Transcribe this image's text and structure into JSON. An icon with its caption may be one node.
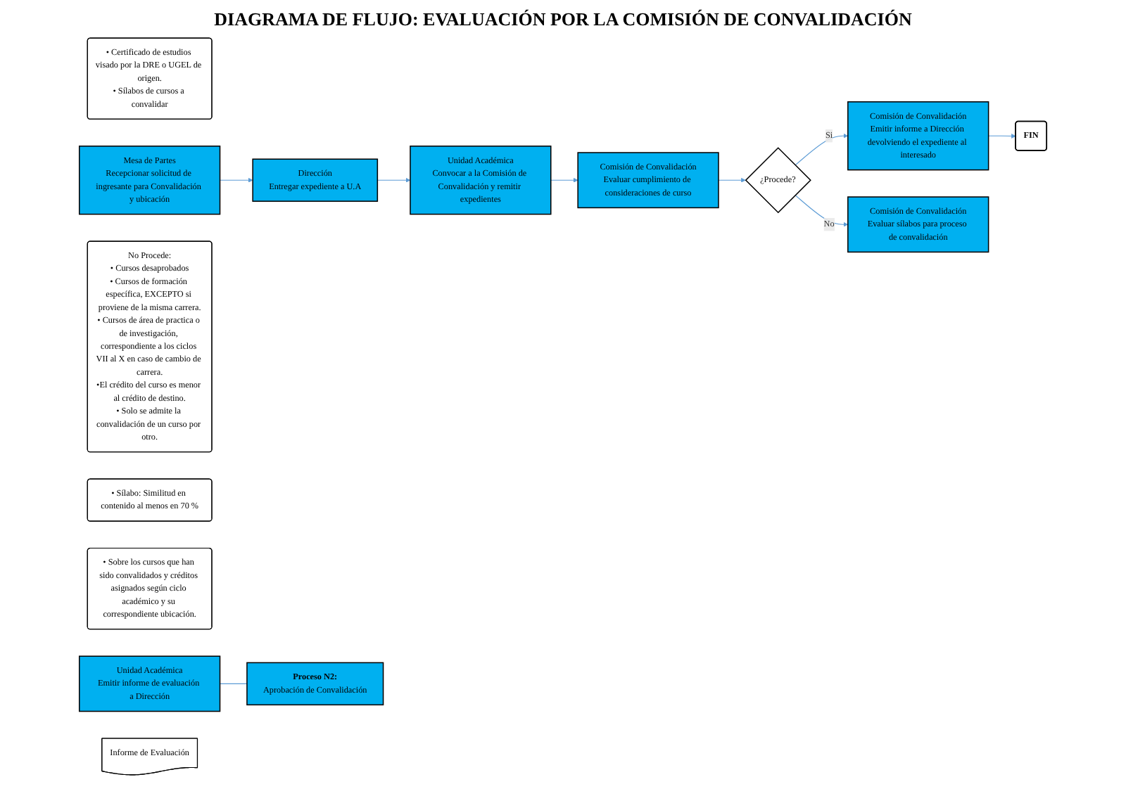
{
  "diagram": {
    "title": "DIAGRAMA  DE FLUJO: EVALUACIÓN POR LA COMISIÓN DE CONVALIDACIÓN",
    "nodes": [
      {
        "text": [
          "• Certificado de estudios visado por la DRE o UGEL de origen.",
          "• Sílabos de cursos a convalidar"
        ]
      },
      {
        "text": [
          "Mesa de Partes",
          "Recepcionar solicitud de ingresante para Convalidación y ubicación"
        ]
      },
      {
        "text": [
          "Dirección",
          "Entregar expediente a U.A"
        ]
      },
      {
        "text": [
          "Unidad Académica",
          "Convocar a la Comisión de Convalidación y remitir expedientes"
        ]
      },
      {
        "text": [
          "No Procede:",
          "• Cursos desaprobados",
          "• Cursos de formación específica, EXCEPTO si proviene de la misma carrera.",
          "• Cursos de área de practica o de investigación, correspondiente a los ciclos VII al X en caso de cambio de carrera.",
          "•El crédito del curso es menor al crédito de destino.",
          "• Solo se admite la convalidación de un curso por otro."
        ]
      },
      {
        "text": [
          "Comisión de Convalidación",
          "Evaluar cumplimiento de consideraciones de curso"
        ]
      },
      {
        "text": [
          "• Sílabo: Similitud en contenido al menos en 70 %"
        ]
      },
      {
        "text": [
          "¿Procede?"
        ]
      },
      {
        "text": [
          "Comisión de Convalidación",
          "Emitir informe a Dirección devolviendo el expediente al interesado"
        ]
      },
      {
        "text": [
          "FIN"
        ]
      },
      {
        "text": [
          "• Sobre los cursos que han sido convalidados y créditos asignados según ciclo académico y su correspondiente ubicación."
        ]
      },
      {
        "text": [
          "Comisión de Convalidación",
          "Evaluar sílabos para proceso de convalidación"
        ]
      },
      {
        "text": [
          "Unidad Académica",
          "Emitir informe de evaluación a Dirección"
        ]
      },
      {
        "text": [
          "Informe de Evaluación"
        ]
      },
      {
        "text": [
          "Proceso N2:",
          "Aprobación de Convalidación"
        ]
      }
    ],
    "edges": [
      {
        "from": 1,
        "to": 2,
        "arrow": "to"
      },
      {
        "from": 2,
        "to": 3,
        "arrow": "to"
      },
      {
        "from": 3,
        "to": 5,
        "arrow": "to"
      },
      {
        "from": 5,
        "to": 7,
        "arrow": "to"
      },
      {
        "from": 7,
        "to": 8,
        "label": "Si",
        "arrow": "to"
      },
      {
        "from": 8,
        "to": 9,
        "arrow": "to"
      },
      {
        "from": 7,
        "to": 11,
        "label": "No",
        "arrow": "to"
      },
      {
        "from": 12,
        "to": 14,
        "arrow": "none"
      }
    ]
  }
}
